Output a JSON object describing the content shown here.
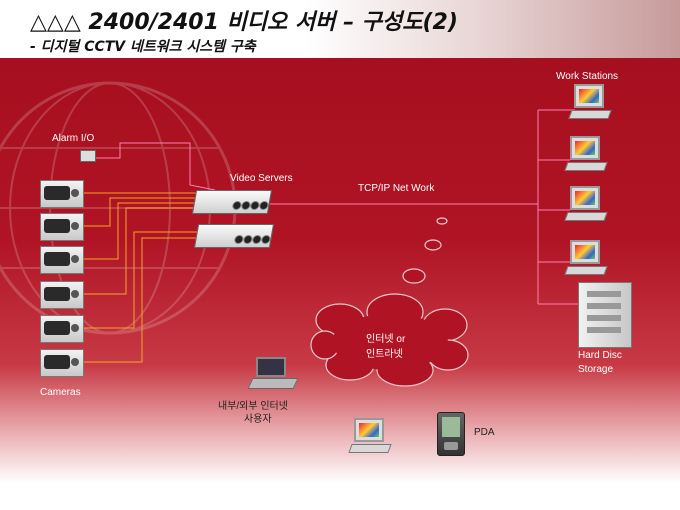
{
  "header": {
    "title": "△△△ 2400/2401 비디오 서버 – 구성도(2)",
    "subtitle": "- 디지털 CCTV 네트워크 시스템 구축"
  },
  "labels": {
    "alarm_io": "Alarm I/O",
    "video_servers": "Video Servers",
    "network": "TCP/IP Net Work",
    "work_stations": "Work Stations",
    "cloud_line1": "인터넷 or",
    "cloud_line2": "인트라넷",
    "hard_disc": "Hard Disc",
    "storage": "Storage",
    "cameras": "Cameras",
    "users_line1": "내부/외부 인터넷",
    "users_line2": "사용자",
    "pda": "PDA"
  },
  "colors": {
    "background_red": "#a60f1f",
    "wire_orange": "#f5a623",
    "wire_pink": "#ff7fae"
  }
}
